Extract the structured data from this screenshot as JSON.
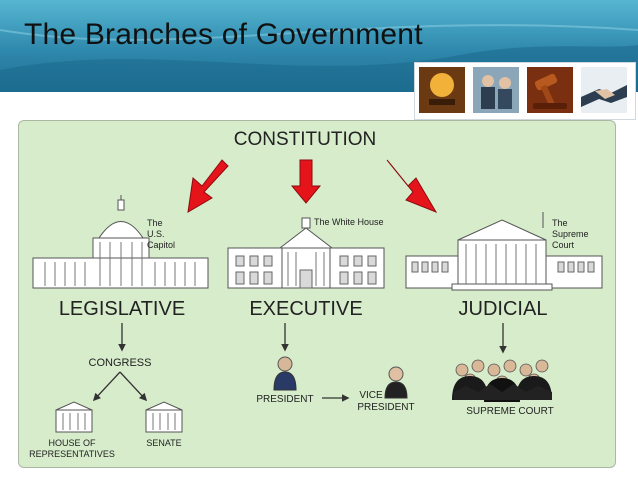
{
  "slide": {
    "title": "The Branches of Government"
  },
  "photos": [
    {
      "icon": "lamp-icon"
    },
    {
      "icon": "meeting-icon"
    },
    {
      "icon": "gavel-icon"
    },
    {
      "icon": "handshake-icon"
    }
  ],
  "diagram": {
    "root": "CONSTITUTION",
    "branches": [
      {
        "name": "LEGISLATIVE",
        "building_caption": [
          "The",
          "U.S.",
          "Capitol"
        ],
        "body": "CONGRESS",
        "sub_bodies": [
          {
            "label": [
              "HOUSE OF",
              "REPRESENTATIVES"
            ]
          },
          {
            "label": [
              "SENATE"
            ]
          }
        ]
      },
      {
        "name": "EXECUTIVE",
        "building_caption": [
          "The White House"
        ],
        "person": "PRESIDENT",
        "successor": [
          "VICE",
          "PRESIDENT"
        ]
      },
      {
        "name": "JUDICIAL",
        "building_caption": [
          "The",
          "Supreme",
          "Court"
        ],
        "body": "SUPREME COURT"
      }
    ]
  },
  "colors": {
    "panel": "#d6eccb",
    "arrow_red": "#e5141b",
    "header": "#2f88ad"
  }
}
